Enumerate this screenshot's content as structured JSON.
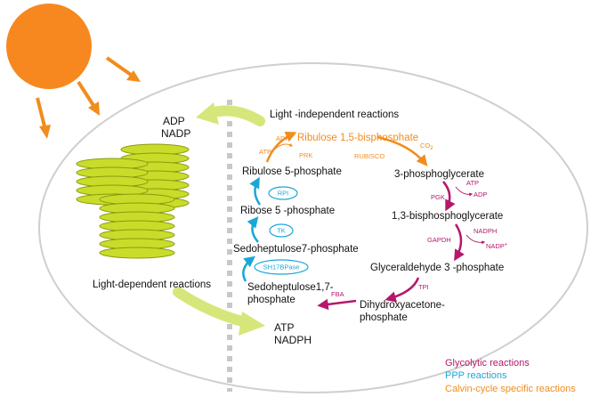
{
  "colors": {
    "glycolytic": "#b5176b",
    "ppp": "#1aa7d6",
    "calvin": "#f28c1c",
    "sun": "#f7881f",
    "arrow_green": "#d7e67a",
    "thylakoid": "#c9dc2a",
    "thylakoid_stroke": "#8a9a10",
    "divider": "#c8c8c8",
    "ellipse_stroke": "#cfcfcf"
  },
  "sun": {
    "icon": "sun-icon",
    "ray_count": 3
  },
  "light_dependent": {
    "label": "Light-dependent reactions",
    "inputs_line1": "ADP",
    "inputs_line2": "NADP",
    "outputs_line1": "ATP",
    "outputs_line2": "NADPH"
  },
  "light_independent": {
    "label": "Light -independent reactions"
  },
  "metabolites": {
    "rubp": "Ribulose 1,5-bisphosphate",
    "pga": "3-phosphoglycerate",
    "bpg": "1,3-bisphosphoglycerate",
    "g3p": "Glyceraldehyde 3 -phosphate",
    "dhap_line1": "Dihydroxyacetone-",
    "dhap_line2": "phosphate",
    "sbp_line1": "Sedoheptulose1,7-",
    "sbp_line2": "phosphate",
    "s7p": "Sedoheptulose7-phosphate",
    "r5p": "Ribose 5 -phosphate",
    "ru5p": "Ribulose  5-phosphate"
  },
  "enzymes": {
    "rubisco": "RUBISCO",
    "co2": "CO",
    "co2_sub": "2",
    "pgk": "PGK",
    "pgk_in": "ATP",
    "pgk_out": "ADP",
    "gapdh": "GAPDH",
    "gapdh_in": "NADPH",
    "gapdh_out": "NADP",
    "gapdh_out_sup": "+",
    "tpi": "TPI",
    "fba": "FBA",
    "sbpase": "SH17BPase",
    "tk": "TK",
    "rpi": "RPI",
    "prk": "PRK",
    "prk_in": "ATP",
    "prk_out": "ADP"
  },
  "legend": {
    "glycolytic": "Glycolytic reactions",
    "ppp": "PPP reactions",
    "calvin": "Calvin-cycle specific reactions"
  }
}
